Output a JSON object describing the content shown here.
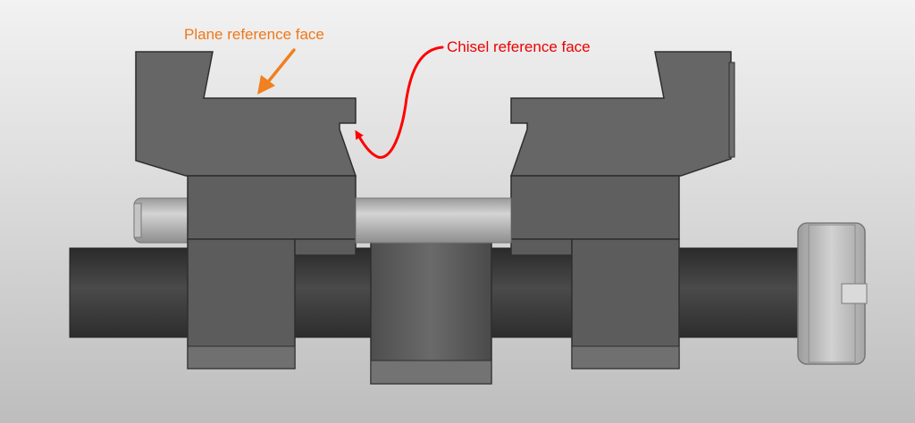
{
  "labels": {
    "plane_reference_face": "Plane reference face",
    "chisel_reference_face": "Chisel reference face"
  },
  "colors": {
    "plane_label": "#f07818",
    "chisel_label": "#ee0000",
    "plane_arrow": "#f08020",
    "chisel_arrow": "#ff0000",
    "jaw_body": "#666666",
    "jaw_outline": "#2e2e2e",
    "guide_rod": "#a9a9a9",
    "threaded_shaft": "#3a3a3a",
    "roller": "#5a5a5a",
    "knob": "#bdbdbd"
  },
  "icons": {
    "plane_arrow": "arrow-down-left",
    "chisel_arrow": "curved-arrow"
  }
}
